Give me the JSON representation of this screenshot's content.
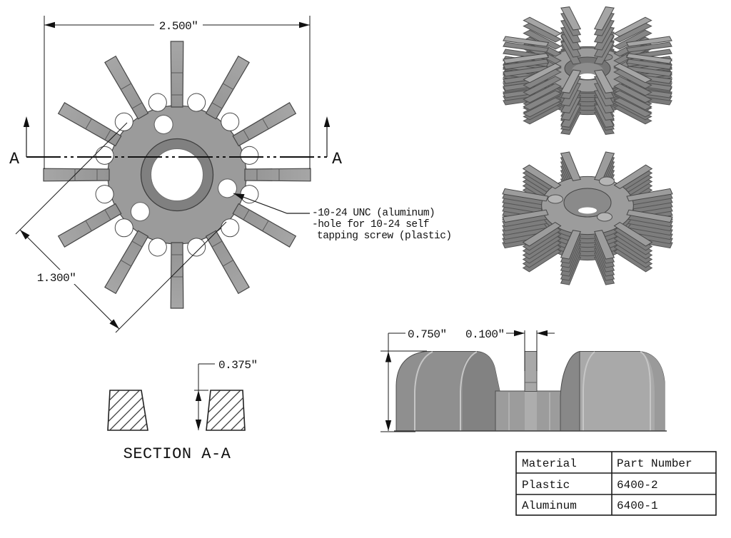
{
  "front_view": {
    "overall_width_dim": "2.500\"",
    "hub_diameter_dim": "1.300\"",
    "section_marker_left": "A",
    "section_marker_right": "A",
    "hole_annotation": {
      "line1": "-10-24 UNC (aluminum)",
      "line2": "-hole for 10-24 self",
      "line3": "tapping screw (plastic)"
    }
  },
  "section_view": {
    "label": "SECTION A-A",
    "fin_height_dim": "0.375\""
  },
  "side_view": {
    "overall_height_dim": "0.750\"",
    "fin_thickness_dim": "0.100\""
  },
  "parts_table": {
    "headers": {
      "material": "Material",
      "part_number": "Part Number"
    },
    "rows": [
      {
        "material": "Plastic",
        "part_number": "6400-2"
      },
      {
        "material": "Aluminum",
        "part_number": "6400-1"
      }
    ]
  },
  "palette": {
    "part_grey": "#9b9b9b",
    "part_grey_dark": "#808080",
    "part_grey_light": "#a9a9a9",
    "outline": "#464646",
    "dimension_color": "#1a1a1a",
    "background": "#ffffff"
  }
}
